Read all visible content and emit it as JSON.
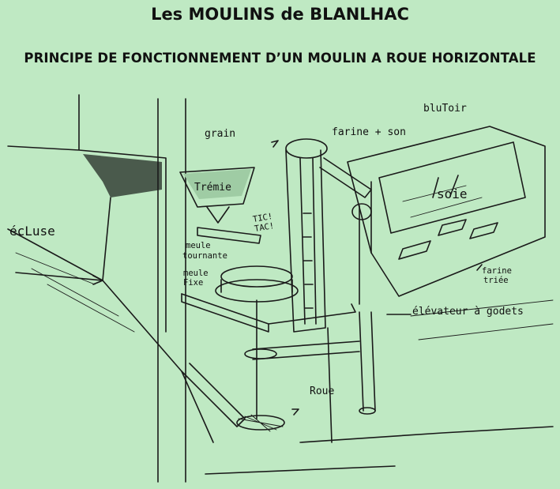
{
  "title": "Les MOULINS de BLANLHAC",
  "subtitle": "PRINCIPE DE FONCTIONNEMENT D’UN MOULIN A ROUE HORIZONTALE",
  "labels": {
    "grain": "grain",
    "tremie": "Trémie",
    "tic_tac_1": "TIC!",
    "tic_tac_2": "TAC!",
    "meule_tournante_1": "meule",
    "meule_tournante_2": "tournante",
    "meule_fixe_1": "meule",
    "meule_fixe_2": "Fixe",
    "ecluse": "écLuse",
    "blutoir": "bluToir",
    "farine_son": "farine + son",
    "soie": "soie",
    "farine_triee_1": "farine",
    "farine_triee_2": "triée",
    "elevateur": "élévateur à godets",
    "roue": "Roue"
  },
  "colors": {
    "background": "#bfe9c3",
    "ink": "#111111"
  }
}
